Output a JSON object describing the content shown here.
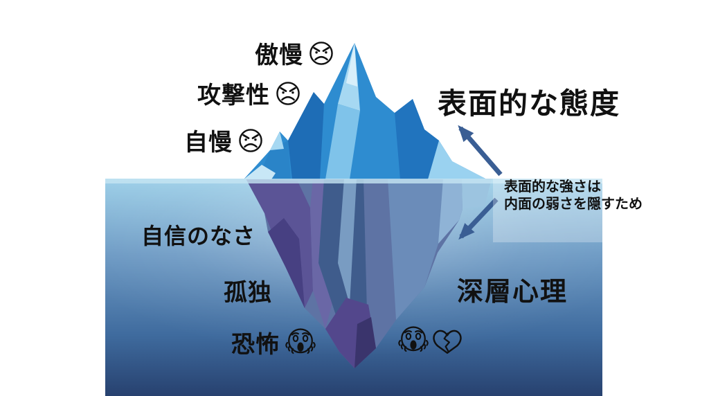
{
  "diagram": {
    "top_labels": [
      {
        "text": "傲慢",
        "icon": "angry-face-icon"
      },
      {
        "text": "攻撃性",
        "icon": "angry-face-icon"
      },
      {
        "text": "自慢",
        "icon": "angry-face-icon"
      }
    ],
    "surface_heading": "表面的な態度",
    "annotation": {
      "line1": "表面的な強さは",
      "line2": "内面の弱さを隠すため"
    },
    "bottom_labels": [
      {
        "text": "自信のなさ"
      },
      {
        "text": "孤独"
      },
      {
        "text": "恐怖",
        "icon": "scream-face-icon"
      }
    ],
    "deep_heading": "深層心理",
    "emoji_row": {
      "icons": [
        "scream-face-icon",
        "broken-heart-icon"
      ]
    },
    "colors": {
      "background": "#FFFFFF",
      "iceberg_above": "#2E8CD0",
      "iceberg_above_dark": "#1E6DB6",
      "iceberg_above_light": "#A6D8F2",
      "iceberg_below_purple": "#5B5496",
      "iceberg_below_slate": "#5E73A4",
      "water_top": "#94CBE5",
      "water_bottom": "#27416F",
      "waterline": "#C6E5F3",
      "arrow": "#3A5E94",
      "text": "#111111"
    }
  }
}
